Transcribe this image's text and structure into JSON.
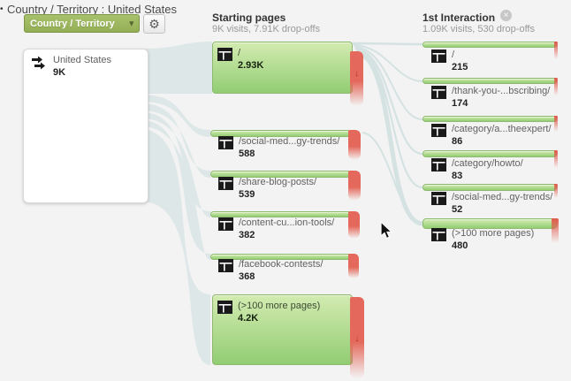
{
  "header": {
    "breadcrumb_marker": "•",
    "breadcrumb": "Country / Territory : United States",
    "dimension_dropdown_label": "Country / Territory",
    "dropdown_caret": "▾",
    "gear_icon": "⚙",
    "close_icon": "×"
  },
  "source_node": {
    "label": "United States",
    "value": "9K"
  },
  "columns": [
    {
      "title": "Starting pages",
      "subtitle": "9K visits, 7.91K drop-offs",
      "nodes": [
        {
          "label": "/",
          "value": "2.93K"
        },
        {
          "label": "/social-med...gy-trends/",
          "value": "588"
        },
        {
          "label": "/share-blog-posts/",
          "value": "539"
        },
        {
          "label": "/content-cu...ion-tools/",
          "value": "382"
        },
        {
          "label": "/facebook-contests/",
          "value": "368"
        },
        {
          "label": "(>100 more pages)",
          "value": "4.2K"
        }
      ]
    },
    {
      "title": "1st Interaction",
      "subtitle": "1.09K visits, 530 drop-offs",
      "nodes": [
        {
          "label": "/",
          "value": "215"
        },
        {
          "label": "/thank-you-...bscribing/",
          "value": "174"
        },
        {
          "label": "/category/a...theexpert/",
          "value": "86"
        },
        {
          "label": "/category/howto/",
          "value": "83"
        },
        {
          "label": "/social-med...gy-trends/",
          "value": "52"
        },
        {
          "label": "(>100 more pages)",
          "value": "480"
        }
      ]
    }
  ],
  "glyphs": {
    "drop_arrow": "↓"
  },
  "colors": {
    "node_green_top": "#d3ebb1",
    "node_green_bottom": "#92cd73",
    "flow_ribbon": "#dde7e7",
    "drop_off_red": "#e4695c",
    "dropdown_green": "#9db95f",
    "background": "#f3f3f3"
  }
}
